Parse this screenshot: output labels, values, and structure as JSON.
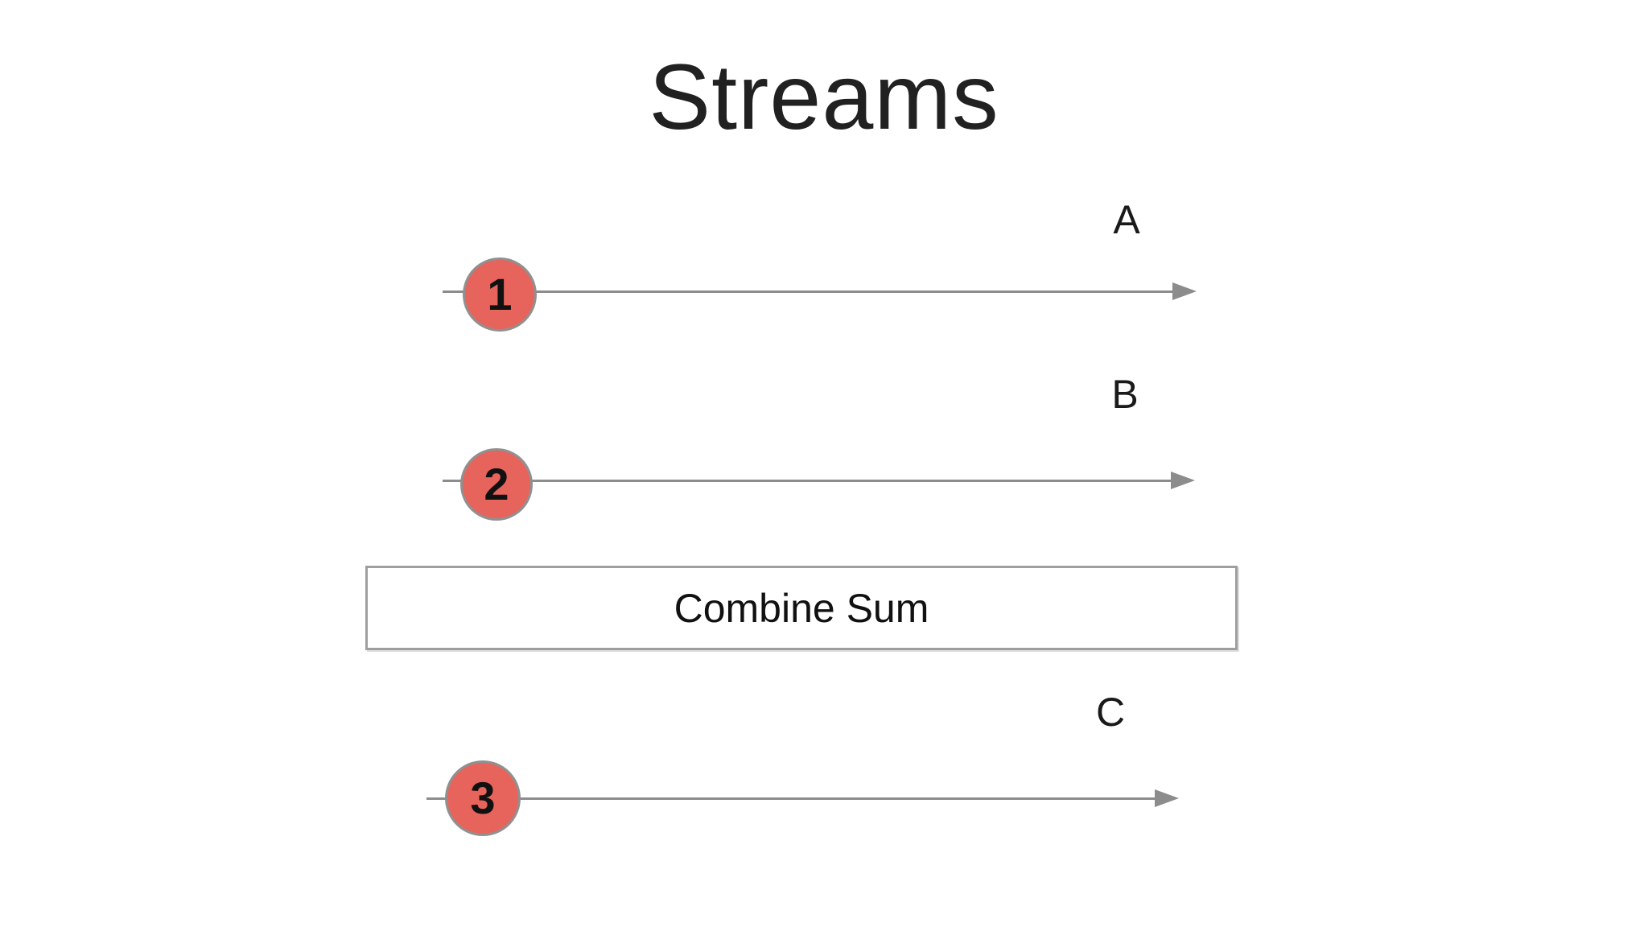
{
  "slide": {
    "title": "Streams",
    "streams": [
      {
        "number": "1",
        "label": "A"
      },
      {
        "number": "2",
        "label": "B"
      },
      {
        "number": "3",
        "label": "C"
      }
    ],
    "combiner_label": "Combine Sum"
  },
  "colors": {
    "background": "#ffffff",
    "title_text": "#212121",
    "label_text": "#1a1a1a",
    "line": "#8c8c8c",
    "arrowhead": "#8c8c8c",
    "circle_fill": "#e7645c",
    "circle_border": "#909090",
    "circle_number": "#111111",
    "box_border": "#9e9e9e",
    "box_fill": "#ffffff",
    "box_text": "#111111"
  }
}
